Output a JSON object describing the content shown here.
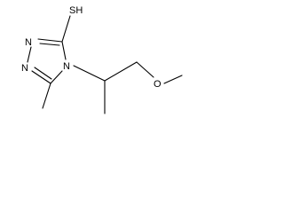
{
  "molecule": {
    "atoms": {
      "thiol": "SH",
      "n1": "N",
      "n2": "N",
      "n4": "N",
      "oxygen": "O"
    }
  }
}
